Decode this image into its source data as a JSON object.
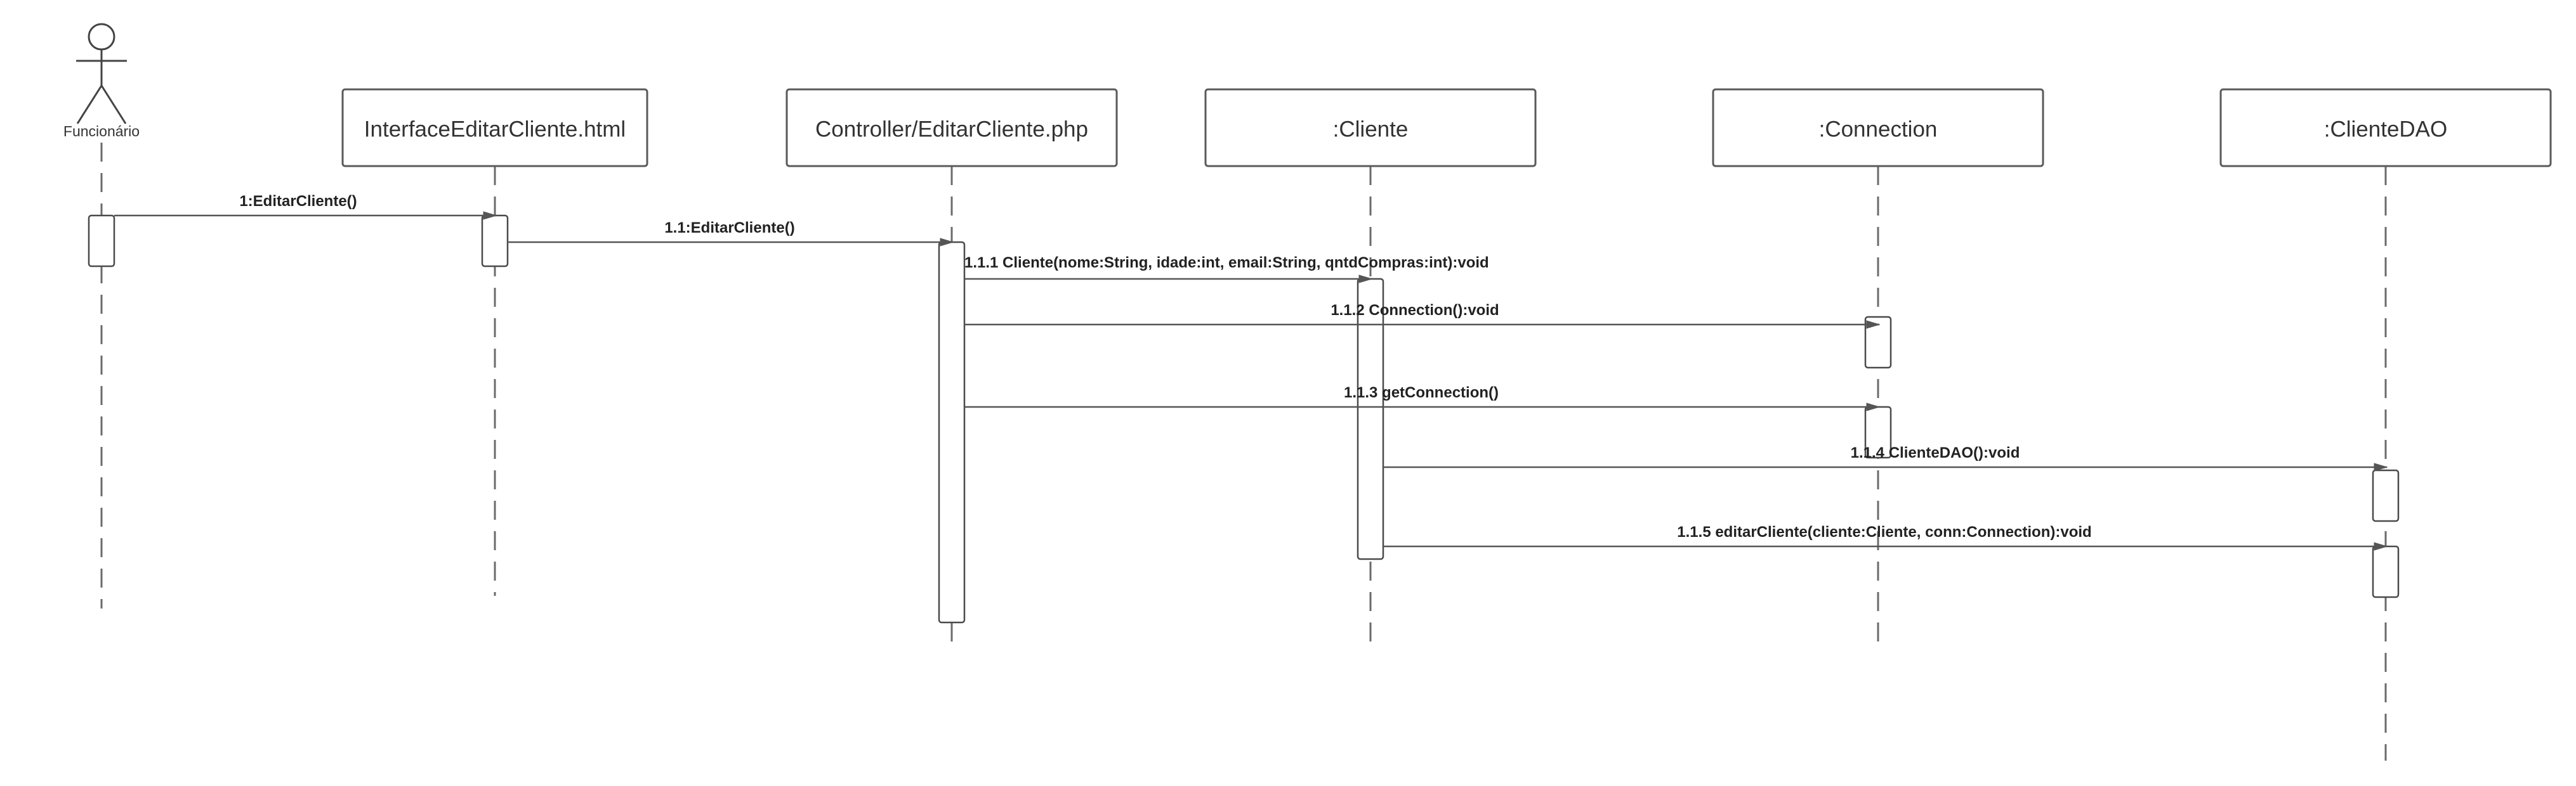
{
  "actor": {
    "name": "Funcionário",
    "icon": "stick-figure-actor-icon"
  },
  "participants": [
    {
      "key": "interface",
      "name": "InterfaceEditarCliente.html"
    },
    {
      "key": "controller",
      "name": "Controller/EditarCliente.php"
    },
    {
      "key": "cliente",
      "name": ":Cliente"
    },
    {
      "key": "connection",
      "name": ":Connection"
    },
    {
      "key": "clientedao",
      "name": ":ClienteDAO"
    }
  ],
  "messages": [
    {
      "from": "actor",
      "to": "interface",
      "label": "1:EditarCliente()"
    },
    {
      "from": "interface",
      "to": "controller",
      "label": "1.1:EditarCliente()"
    },
    {
      "from": "controller",
      "to": "cliente",
      "label": "1.1.1 Cliente(nome:String, idade:int, email:String, qntdCompras:int):void"
    },
    {
      "from": "controller",
      "to": "connection",
      "label": "1.1.2 Connection():void"
    },
    {
      "from": "controller",
      "to": "connection",
      "label": "1.1.3 getConnection()"
    },
    {
      "from": "cliente",
      "to": "clientedao",
      "label": "1.1.4 ClienteDAO():void"
    },
    {
      "from": "cliente",
      "to": "clientedao",
      "label": "1.1.5 editarCliente(cliente:Cliente, conn:Connection):void"
    }
  ],
  "colors": {
    "line": "#555555",
    "box_border": "#5a5a5a",
    "text": "#222222",
    "background": "#ffffff"
  }
}
